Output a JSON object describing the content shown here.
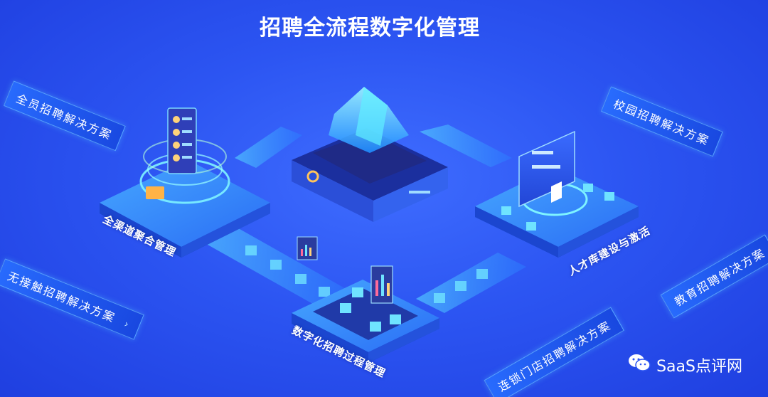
{
  "title": "招聘全流程数字化管理",
  "tags": {
    "all_staff": "全员招聘解决方案",
    "campus": "校园招聘解决方案",
    "contactless": "无接触招聘解决方案",
    "education": "教育招聘解决方案",
    "chain_store": "连锁门店招聘解决方案"
  },
  "platforms": {
    "channel": "全渠道聚合管理",
    "talent": "人才库建设与激活",
    "process": "数字化招聘过程管理"
  },
  "watermark": "SaaS点评网",
  "icons": {
    "wechat": "wechat-icon",
    "chevron": "chevron-right-icon"
  },
  "colors": {
    "background": "#2c55f2",
    "accent": "#3fe0ff",
    "text": "#ffffff"
  }
}
